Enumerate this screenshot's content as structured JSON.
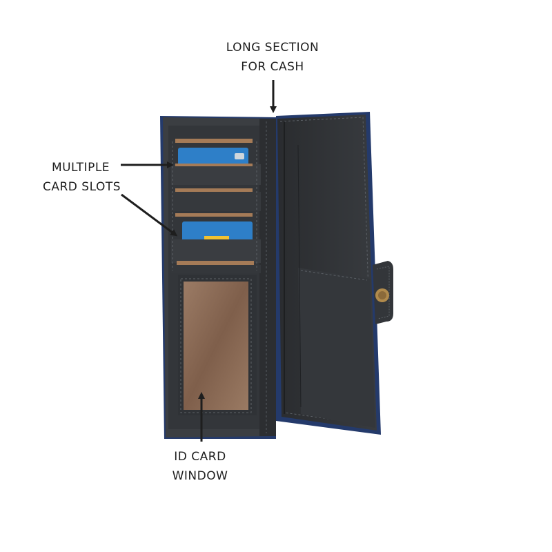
{
  "callouts": {
    "cash": {
      "line1": "LONG SECTION",
      "line2": "FOR CASH"
    },
    "cards": {
      "line1": "MULTIPLE",
      "line2": "CARD SLOTS"
    },
    "id": {
      "line1": "ID CARD",
      "line2": "WINDOW"
    }
  },
  "colors": {
    "leather": "#33363a",
    "leather_dark": "#26282b",
    "navy_edge": "#243a6b",
    "slot_tan": "#a57b57",
    "window_brown": "#8a6a55",
    "card_blue": "#2e7fc8",
    "arrow": "#1e1e1e",
    "button_gold": "#b08a4c"
  },
  "icons": [
    "arrow-down-icon",
    "arrow-right-icon",
    "arrow-down-right-icon",
    "arrow-up-icon"
  ]
}
